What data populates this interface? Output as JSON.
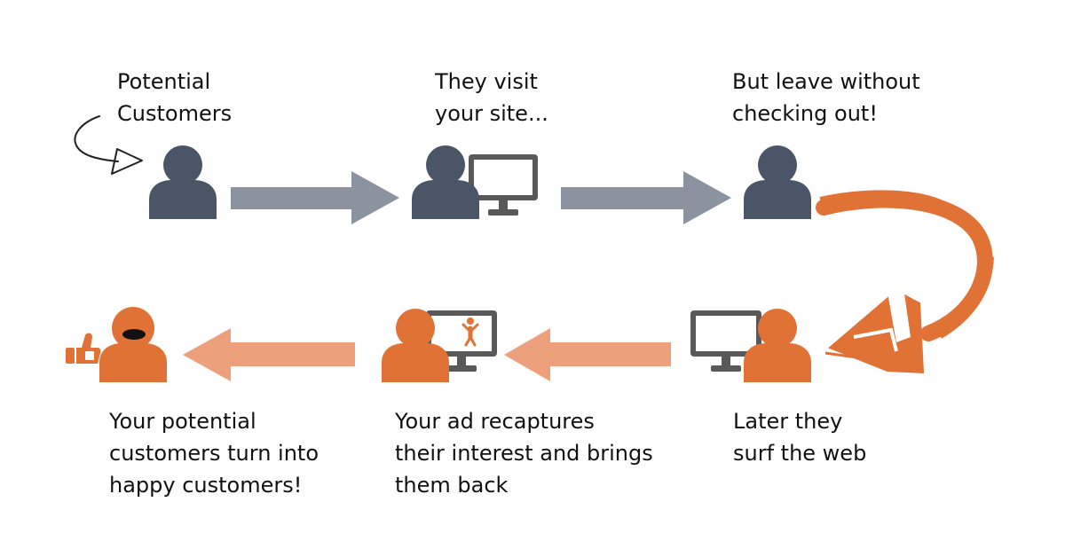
{
  "colors": {
    "dark_figure": "#4a5568",
    "orange_figure": "#e07236",
    "gray_arrow": "#8a939f",
    "peach_arrow": "#eda07c",
    "monitor": "#595959",
    "text": "#111111"
  },
  "steps": [
    {
      "id": "potential-customers",
      "lines": [
        "Potential",
        "Customers"
      ]
    },
    {
      "id": "visit-site",
      "lines": [
        "They visit",
        "your site..."
      ]
    },
    {
      "id": "leave",
      "lines": [
        "But leave without",
        "checking out!"
      ]
    },
    {
      "id": "surf-web",
      "lines": [
        "Later they",
        "surf the web"
      ]
    },
    {
      "id": "ad-recaptures",
      "lines": [
        "Your ad recaptures",
        "their interest and brings",
        "them back"
      ]
    },
    {
      "id": "happy-customers",
      "lines": [
        "Your potential",
        "customers turn into",
        "happy customers!"
      ]
    }
  ],
  "icons": {
    "pointer": "hand-drawn-curved-arrow-icon",
    "person": "person-icon",
    "monitor": "monitor-icon",
    "thumbs_up": "thumbs-up-icon",
    "swoosh": "brush-stroke-curved-arrow-icon",
    "cheer": "cheering-figure-icon"
  }
}
